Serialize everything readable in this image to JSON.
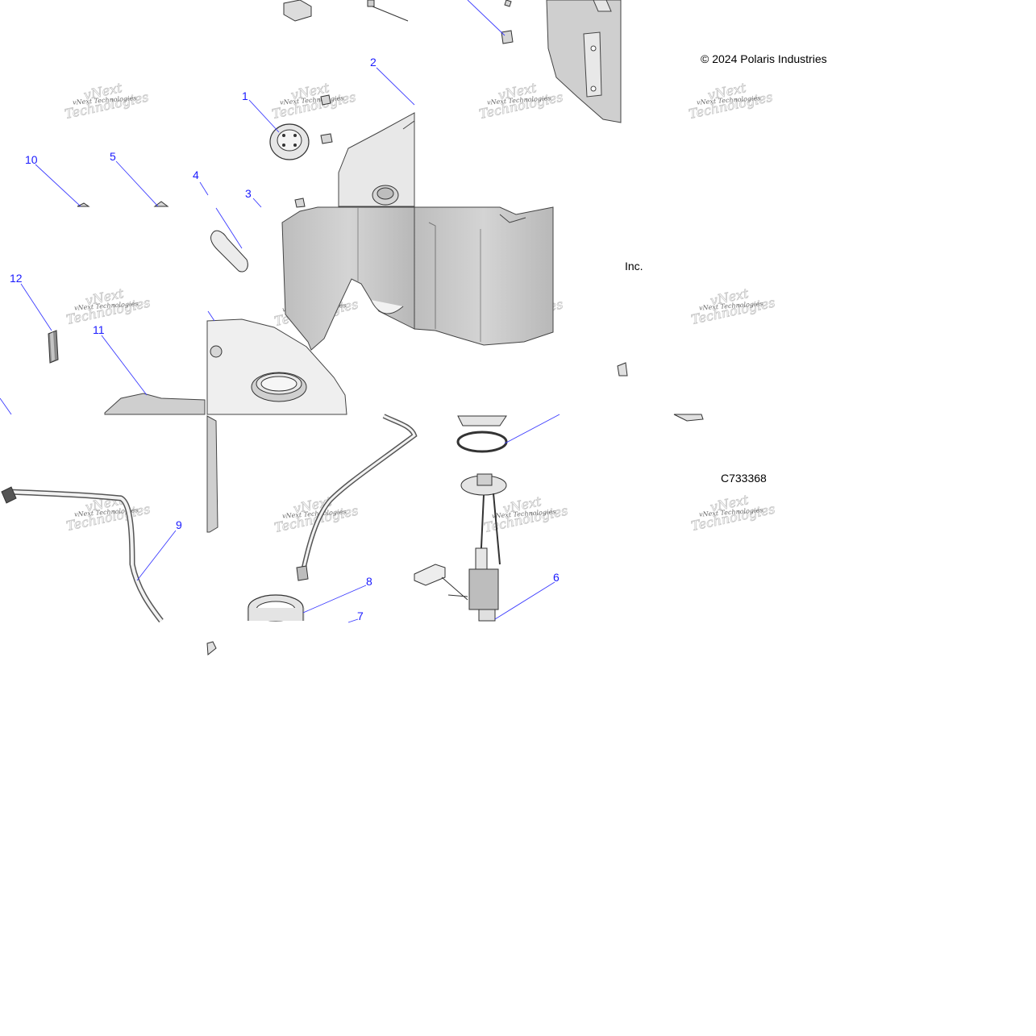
{
  "copyright": "© 2024 Polaris Industries",
  "copyright_cont": "Inc.",
  "drawing_number": "C733368",
  "watermark": {
    "line1": "vNext",
    "line2": "Technologies",
    "small": "vNext Technologies"
  },
  "callouts": [
    "1",
    "2",
    "3",
    "4",
    "5",
    "6",
    "7",
    "8",
    "9",
    "10",
    "11",
    "12"
  ],
  "colors": {
    "callout": "#1a1aff",
    "leader": "#3b3bff",
    "tank_fill": "#c8c8c8",
    "tank_light": "#e6e6e6"
  }
}
